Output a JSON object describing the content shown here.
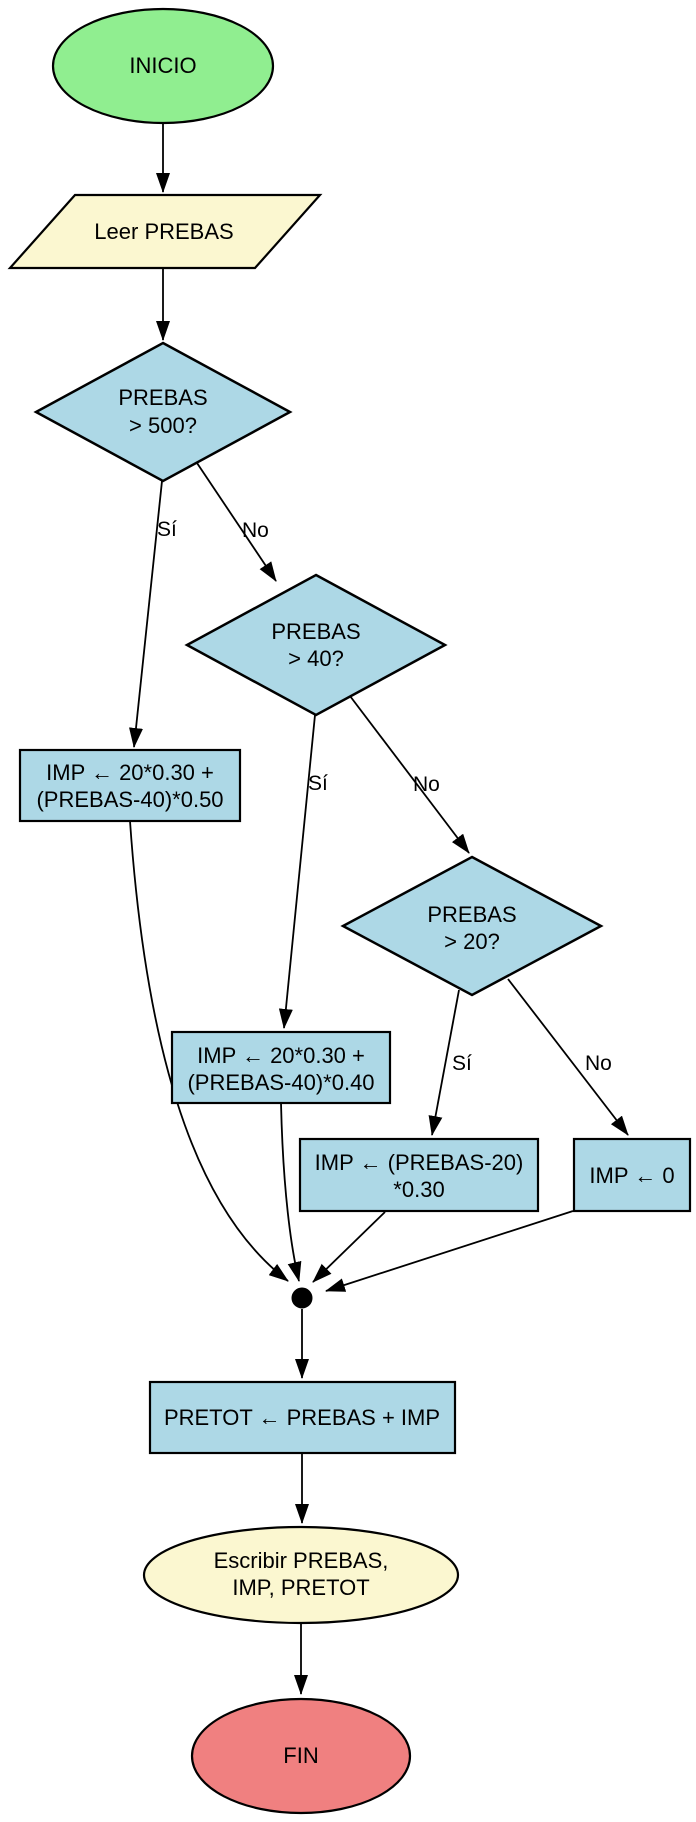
{
  "diagram": {
    "type": "flowchart",
    "language": "es",
    "background": "#ffffff",
    "colors": {
      "start_fill": "#90EE90",
      "io_fill": "#FBF7D0",
      "process_fill": "#ADD8E6",
      "end_fill": "#F08080",
      "stroke": "#000000"
    },
    "nodes": {
      "inicio": {
        "type": "terminator-start",
        "label": "INICIO"
      },
      "leer_prebas": {
        "type": "input-output",
        "label": "Leer PREBAS"
      },
      "decision_500": {
        "type": "decision",
        "line1": "PREBAS",
        "line2": "> 500?"
      },
      "decision_40": {
        "type": "decision",
        "line1": "PREBAS",
        "line2": "> 40?"
      },
      "decision_20": {
        "type": "decision",
        "line1": "PREBAS",
        "line2": "> 20?"
      },
      "imp_050": {
        "type": "process",
        "line1": "IMP ← 20*0.30 +",
        "line2": "(PREBAS-40)*0.50"
      },
      "imp_040": {
        "type": "process",
        "line1": "IMP ← 20*0.30 +",
        "line2": "(PREBAS-40)*0.40"
      },
      "imp_030": {
        "type": "process",
        "line1": "IMP ← (PREBAS-20)",
        "line2": "*0.30"
      },
      "imp_cero": {
        "type": "process",
        "label": "IMP ← 0"
      },
      "pretot": {
        "type": "process",
        "label": "PRETOT ← PREBAS + IMP"
      },
      "escribir": {
        "type": "input-output",
        "line1": "Escribir PREBAS,",
        "line2": "IMP, PRETOT"
      },
      "fin": {
        "type": "terminator-end",
        "label": "FIN"
      }
    },
    "edge_labels": {
      "d500_si": "Sí",
      "d500_no": "No",
      "d40_si": "Sí",
      "d40_no": "No",
      "d20_si": "Sí",
      "d20_no": "No"
    }
  }
}
